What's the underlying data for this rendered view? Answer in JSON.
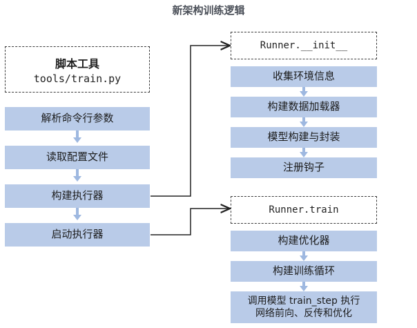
{
  "title": "新架构训练逻辑",
  "script_box": {
    "heading": "脚本工具",
    "file": "tools/train.py"
  },
  "left_steps": [
    {
      "label": "解析命令行参数"
    },
    {
      "label": "读取配置文件"
    },
    {
      "label": "构建执行器"
    },
    {
      "label": "启动执行器"
    }
  ],
  "init_box": {
    "label": "Runner.__init__"
  },
  "init_steps": [
    {
      "label": "收集环境信息"
    },
    {
      "label": "构建数据加载器"
    },
    {
      "label": "模型构建与封装"
    },
    {
      "label": "注册钩子"
    }
  ],
  "train_box": {
    "label": "Runner.train"
  },
  "train_steps": [
    {
      "label": "构建优化器"
    },
    {
      "label": "构建训练循环"
    },
    {
      "line1": "调用模型 train_step 执行",
      "line2": "网络前向、反传和优化"
    }
  ],
  "colors": {
    "step_fill": "#b9cbe8",
    "arrow": "#9eb8e0",
    "line": "#222222"
  }
}
